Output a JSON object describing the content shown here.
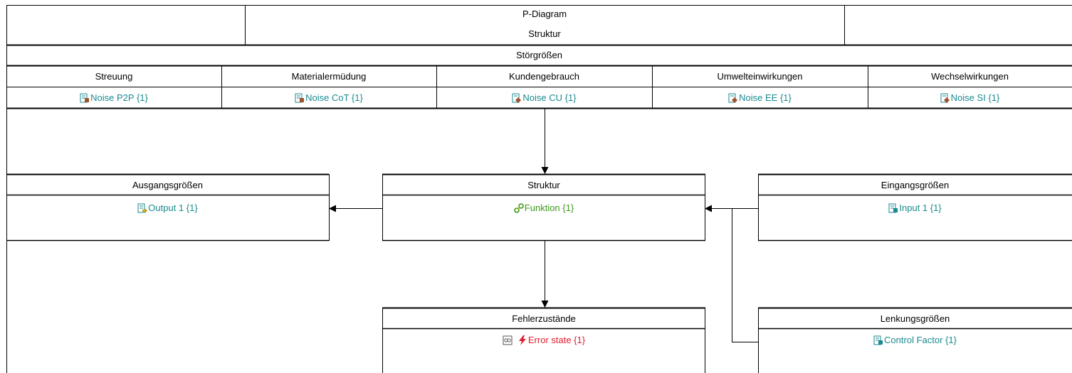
{
  "title_block": {
    "title": "P-Diagram",
    "subtitle": "Struktur"
  },
  "noise": {
    "header": "Störgrößen",
    "columns": [
      {
        "label": "Streuung",
        "item": "Noise P2P {1}",
        "icon": "document-icon"
      },
      {
        "label": "Materialermüdung",
        "item": "Noise CoT {1}",
        "icon": "document-icon"
      },
      {
        "label": "Kundengebrauch",
        "item": "Noise CU {1}",
        "icon": "document-diamond-icon"
      },
      {
        "label": "Umwelteinwirkungen",
        "item": "Noise EE {1}",
        "icon": "document-diamond-icon"
      },
      {
        "label": "Wechselwirkungen",
        "item": "Noise SI {1}",
        "icon": "document-diamond-icon"
      }
    ]
  },
  "boxes": {
    "output": {
      "header": "Ausgangsgrößen",
      "item": "Output 1 {1}",
      "icon": "document-arrow-icon"
    },
    "structure": {
      "header": "Struktur",
      "item": "Funktion {1}",
      "icon": "link-icon"
    },
    "input": {
      "header": "Eingangsgrößen",
      "item": "Input 1 {1}",
      "icon": "document-icon"
    },
    "errors": {
      "header": "Fehlerzustände",
      "item": "Error state {1}",
      "icon": "lightning-icon",
      "prefix_icon": "checkbox-icon"
    },
    "control": {
      "header": "Lenkungsgrößen",
      "item": "Control Factor {1}",
      "icon": "document-icon"
    }
  },
  "colors": {
    "teal": "#1a8a8f",
    "green": "#3a9a1a",
    "red": "#e01e2f"
  }
}
